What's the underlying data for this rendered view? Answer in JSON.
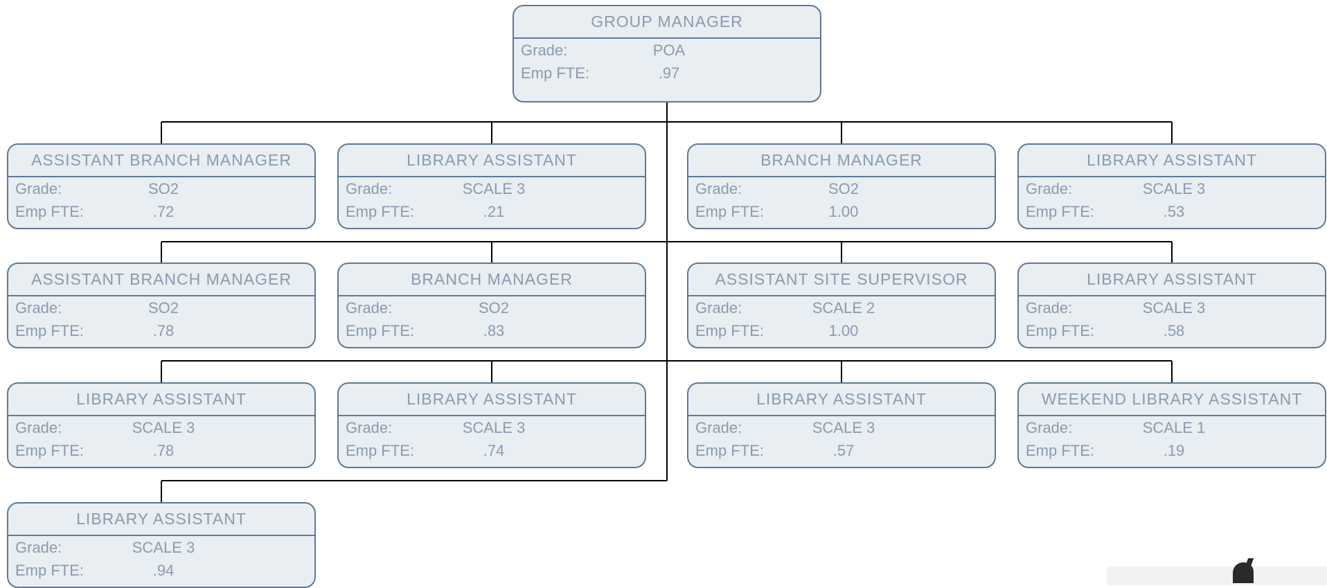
{
  "labels": {
    "grade": "Grade:",
    "fte": "Emp FTE:"
  },
  "root": {
    "title": "GROUP MANAGER",
    "grade": "POA",
    "fte": ".97"
  },
  "children": [
    {
      "title": "ASSISTANT BRANCH MANAGER",
      "grade": "SO2",
      "fte": ".72"
    },
    {
      "title": "LIBRARY ASSISTANT",
      "grade": "SCALE 3",
      "fte": ".21"
    },
    {
      "title": "BRANCH MANAGER",
      "grade": "SO2",
      "fte": "1.00"
    },
    {
      "title": "LIBRARY ASSISTANT",
      "grade": "SCALE 3",
      "fte": ".53"
    },
    {
      "title": "ASSISTANT BRANCH MANAGER",
      "grade": "SO2",
      "fte": ".78"
    },
    {
      "title": "BRANCH MANAGER",
      "grade": "SO2",
      "fte": ".83"
    },
    {
      "title": "ASSISTANT SITE SUPERVISOR",
      "grade": "SCALE 2",
      "fte": "1.00"
    },
    {
      "title": "LIBRARY ASSISTANT",
      "grade": "SCALE 3",
      "fte": ".58"
    },
    {
      "title": "LIBRARY ASSISTANT",
      "grade": "SCALE 3",
      "fte": ".78"
    },
    {
      "title": "LIBRARY ASSISTANT",
      "grade": "SCALE 3",
      "fte": ".74"
    },
    {
      "title": "LIBRARY ASSISTANT",
      "grade": "SCALE 3",
      "fte": ".57"
    },
    {
      "title": "WEEKEND LIBRARY ASSISTANT",
      "grade": "SCALE 1",
      "fte": ".19"
    },
    {
      "title": "LIBRARY ASSISTANT",
      "grade": "SCALE 3",
      "fte": ".94"
    }
  ],
  "colors": {
    "node_fill": "#e8eef1",
    "node_border": "#5f7896",
    "node_text": "#8a9bb0",
    "connector": "#000000"
  }
}
